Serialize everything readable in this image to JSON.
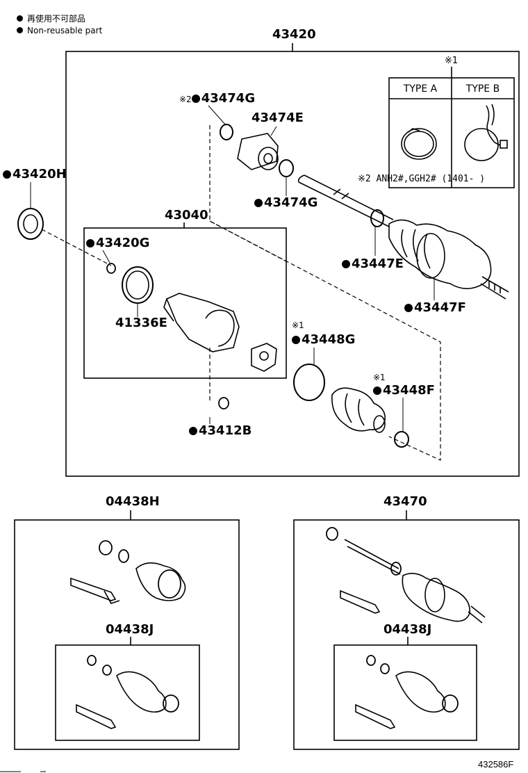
{
  "legend": {
    "line1": "再使用不可部品",
    "line2": "Non-reusable part"
  },
  "assembly": {
    "main": "43420",
    "inboard_joint": "43040",
    "boot_kit_outboard": "04438H",
    "boot_kit_inner_outboard": "04438J",
    "drive_shaft_kit": "43470",
    "boot_kit_inner_right": "04438J"
  },
  "parts": {
    "p43474G_top": "43474G",
    "p43474G_top_mark": "※2",
    "p43474E": "43474E",
    "p43474G_bottom": "43474G",
    "p43420H": "43420H",
    "p43420G": "43420G",
    "p41336E": "41336E",
    "p43447E": "43447E",
    "p43447F": "43447F",
    "p43448G": "43448G",
    "p43448G_mark": "※1",
    "p43448F": "43448F",
    "p43448F_mark": "※1",
    "p43412B": "43412B"
  },
  "type_table": {
    "mark": "※1",
    "type_a": "TYPE A",
    "type_b": "TYPE B"
  },
  "note2": "※2 ANH2#,GGH2# (1401-    )",
  "diagram_code": "432586F",
  "colors": {
    "line": "#000000",
    "background": "#ffffff"
  }
}
